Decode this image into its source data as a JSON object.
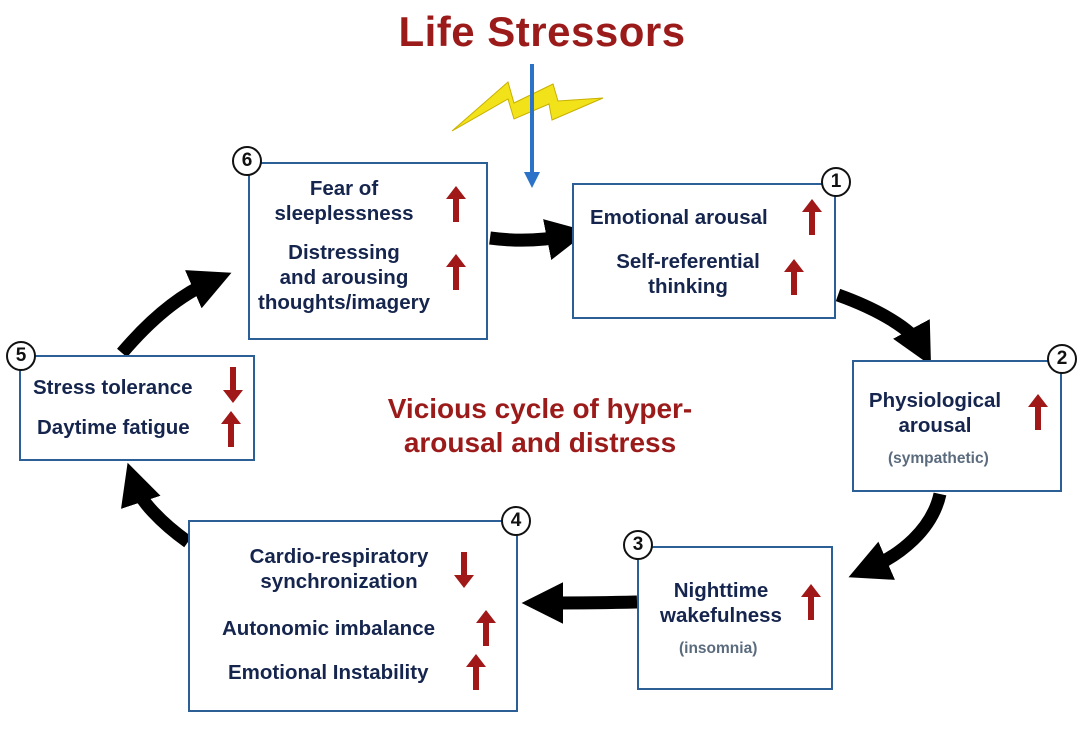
{
  "title": "Life Stressors",
  "center_label": {
    "line1": "Vicious cycle of hyper-",
    "line2": "arousal and distress"
  },
  "stages": {
    "s1": {
      "number": "1",
      "item1": {
        "text": "Emotional arousal",
        "direction": "up"
      },
      "item2": {
        "line1": "Self-referential",
        "line2": "thinking",
        "direction": "up"
      }
    },
    "s2": {
      "number": "2",
      "item1": {
        "line1": "Physiological",
        "line2": "arousal",
        "direction": "up"
      },
      "note": "(sympathetic)"
    },
    "s3": {
      "number": "3",
      "item1": {
        "line1": "Nighttime",
        "line2": "wakefulness",
        "direction": "up"
      },
      "note": "(insomnia)"
    },
    "s4": {
      "number": "4",
      "item1": {
        "line1": "Cardio-respiratory",
        "line2": "synchronization",
        "direction": "down"
      },
      "item2": {
        "text": "Autonomic imbalance",
        "direction": "up"
      },
      "item3": {
        "text": "Emotional Instability",
        "direction": "up"
      }
    },
    "s5": {
      "number": "5",
      "item1": {
        "text": "Stress tolerance",
        "direction": "down"
      },
      "item2": {
        "text": "Daytime fatigue",
        "direction": "up"
      }
    },
    "s6": {
      "number": "6",
      "item1": {
        "line1": "Fear of",
        "line2": "sleeplessness",
        "direction": "up"
      },
      "item2": {
        "line1": "Distressing",
        "line2": "and arousing",
        "line3": "thoughts/imagery",
        "direction": "up"
      }
    }
  },
  "colors": {
    "title_red": "#9b1b1b",
    "box_border": "#2b5f95",
    "label_navy": "#15254d",
    "arrow_red": "#a01818",
    "cycle_arrow": "#000000",
    "stressor_arrow": "#2a73c8",
    "lightning": "#f2e21a"
  }
}
